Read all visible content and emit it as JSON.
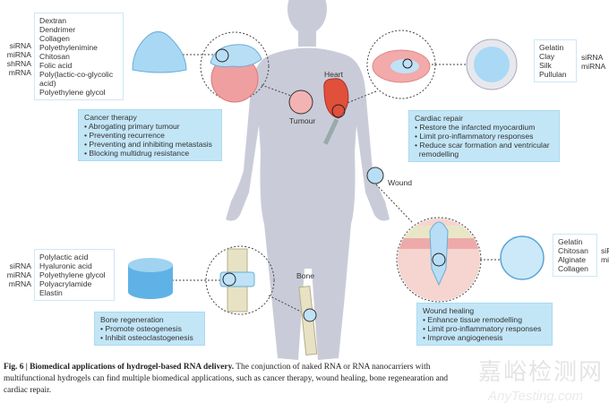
{
  "figure": {
    "labels": {
      "heart": "Heart",
      "tumour": "Tumour",
      "wound": "Wound",
      "bone": "Bone"
    },
    "cancer": {
      "rna": [
        "siRNA",
        "miRNA",
        "shRNA",
        "mRNA"
      ],
      "materials": [
        "Dextran",
        "Dendrimer",
        "Collagen",
        "Polyethylenimine",
        "Chitosan",
        "Folic acid",
        "Poly(lactic-co-glycolic",
        "acid)",
        "Polyethylene glycol"
      ],
      "title": "Cancer therapy",
      "points": [
        "• Abrogating primary tumour",
        "• Preventing recurrence",
        "• Preventing and inhibiting metastasis",
        "• Blocking multidrug resistance"
      ]
    },
    "cardiac": {
      "rna": [
        "siRNA",
        "miRNA"
      ],
      "materials": [
        "Gelatin",
        "Clay",
        "Silk",
        "Pullulan"
      ],
      "title": "Cardiac repair",
      "points": [
        "• Restore the infarcted myocardium",
        "• Limit pro-inflammatory responses",
        "• Reduce scar formation and ventricular",
        "  remodelling"
      ]
    },
    "wound": {
      "rna": [
        "siRNA",
        "miRNA"
      ],
      "materials": [
        "Gelatin",
        "Chitosan",
        "Alginate",
        "Collagen"
      ],
      "title": "Wound healing",
      "points": [
        "• Enhance tissue remodelling",
        "• Limit pro-inflammatory responses",
        "• Improve angiogenesis"
      ]
    },
    "bone": {
      "rna": [
        "siRNA",
        "miRNA",
        "mRNA"
      ],
      "materials": [
        "Polylactic acid",
        "Hyaluronic acid",
        "Polyethylene glycol",
        "Polyacrylamide",
        "Elastin"
      ],
      "title": "Bone regeneration",
      "points": [
        "• Promote osteogenesis",
        "• Inhibit osteoclastogenesis"
      ]
    }
  },
  "caption": {
    "label": "Fig. 6 | Biomedical applications of hydrogel-based RNA delivery.",
    "text": " The conjunction of naked RNA or RNA nanocarriers with multifunctional hydrogels can find multiple biomedical applications, such as cancer therapy, wound healing, bone regenearation and cardiac repair."
  },
  "watermark": {
    "cn": "嘉峪检测网",
    "en": "AnyTesting.com"
  },
  "colors": {
    "body": "#c9ccd8",
    "app_box": "#c3e6f7",
    "hydrogel": "#9fd3f0",
    "tissue": "#ee9c9c",
    "bone": "#e8e2c4"
  }
}
